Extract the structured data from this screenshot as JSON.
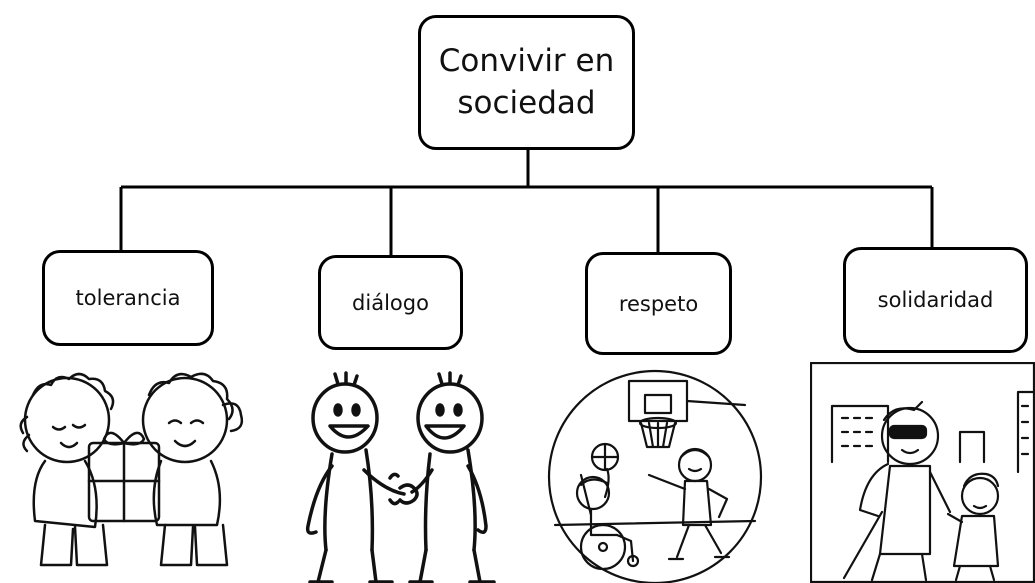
{
  "root": {
    "label": "Convivir en sociedad"
  },
  "branches": [
    {
      "label": "tolerancia",
      "illustration": "two-children-sharing-gift"
    },
    {
      "label": "diálogo",
      "illustration": "two-figures-shaking-hands"
    },
    {
      "label": "respeto",
      "illustration": "children-playing-basketball-wheelchair"
    },
    {
      "label": "solidaridad",
      "illustration": "child-helping-blind-man"
    }
  ]
}
